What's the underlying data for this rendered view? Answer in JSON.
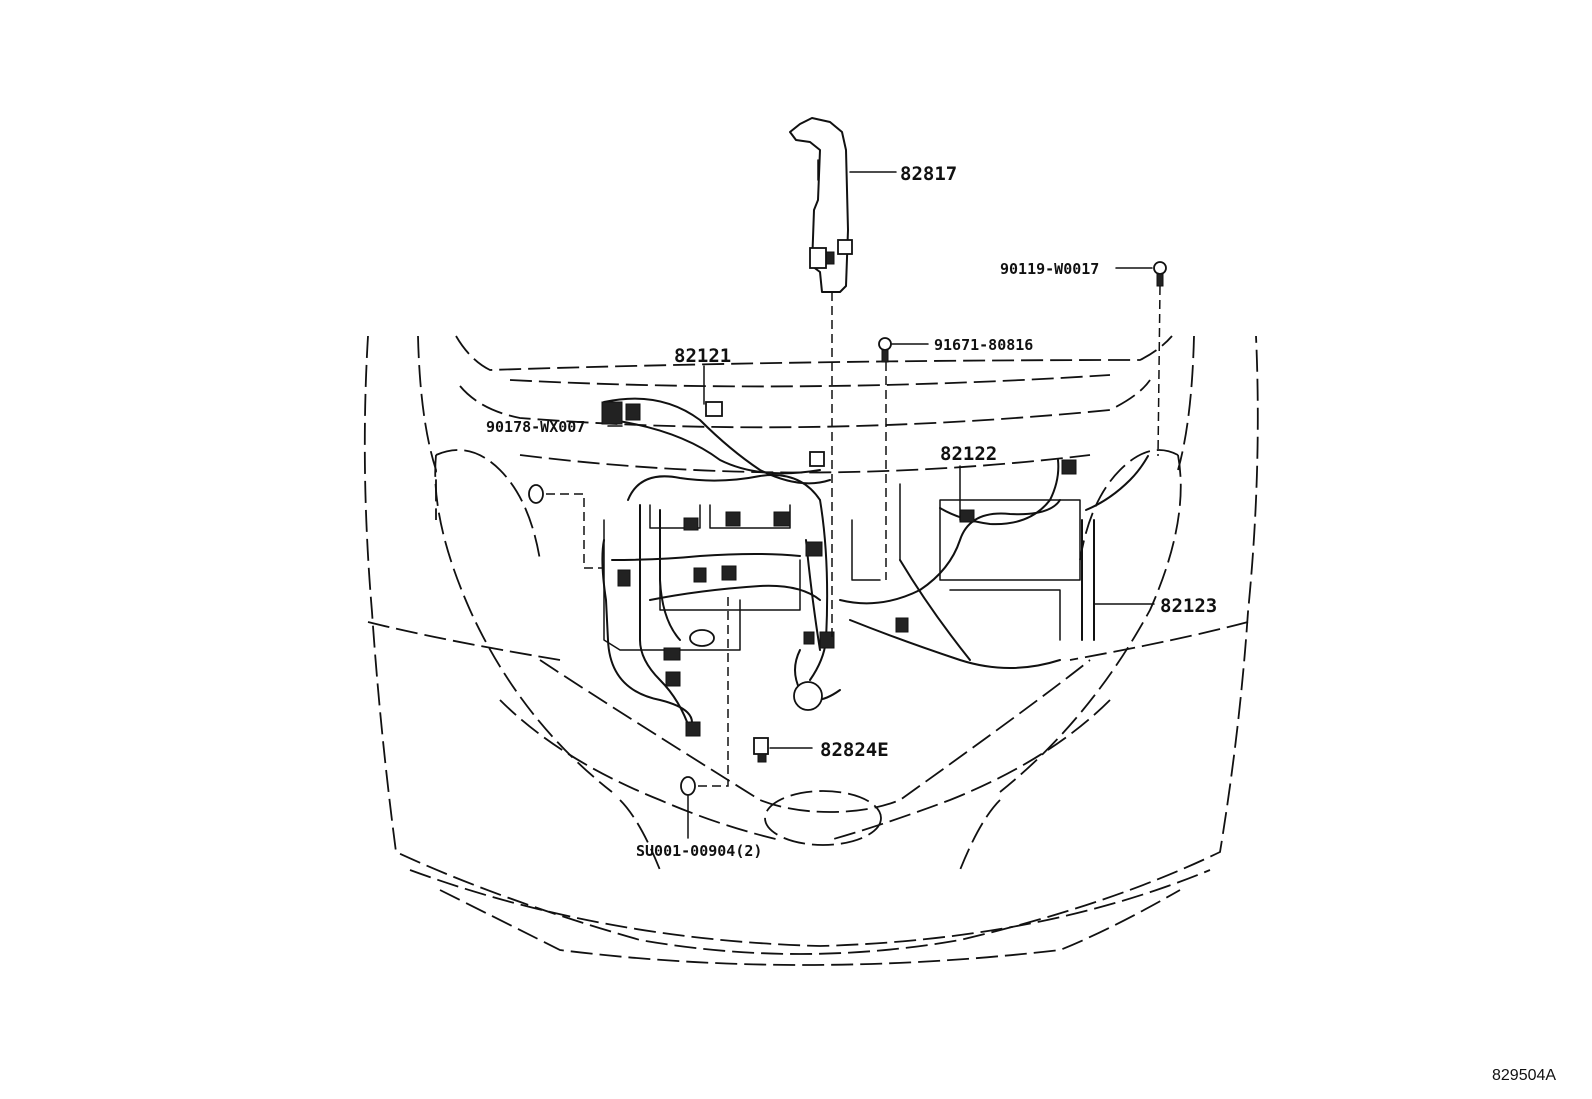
{
  "callouts": {
    "p82817": "82817",
    "p90119": "90119-W0017",
    "p91671": "91671-80816",
    "p82121": "82121",
    "p90178": "90178-WX007",
    "p82122": "82122",
    "p82123": "82123",
    "p82824": "82824E",
    "psu001": "SU001-00904(2)"
  },
  "reference_code": "829504A"
}
